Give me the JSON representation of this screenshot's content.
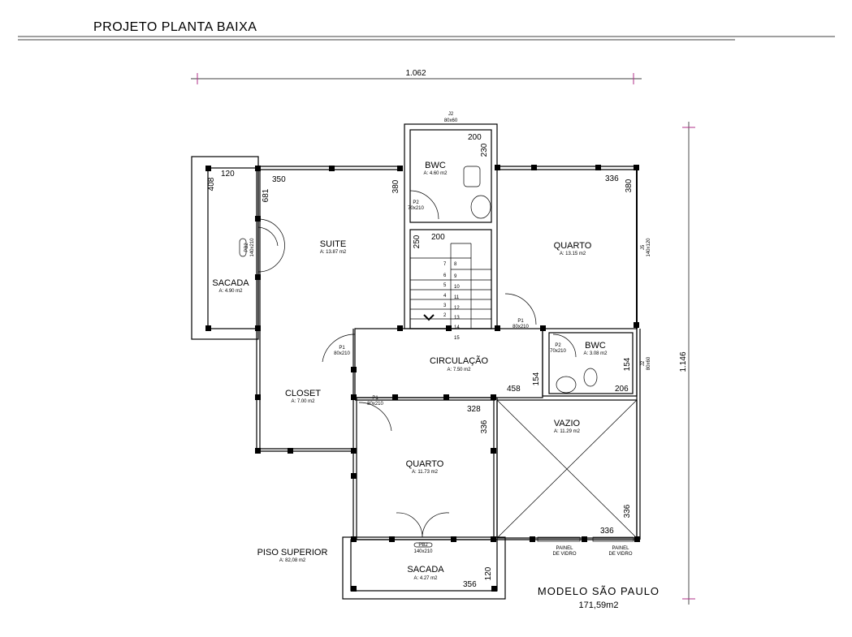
{
  "header": {
    "title": "PROJETO PLANTA BAIXA"
  },
  "dimensions": {
    "width_total": "1.062",
    "height_total": "1.146"
  },
  "rooms": {
    "suite": {
      "name": "SUITE",
      "area": "A: 13.87 m2",
      "dims": [
        "350",
        "681"
      ]
    },
    "sacada_left": {
      "name": "SACADA",
      "area": "A: 4.90 m2",
      "dims": [
        "120",
        "408"
      ]
    },
    "bwc_top": {
      "name": "BWC",
      "area": "A: 4.60 m2",
      "dims": [
        "200",
        "230",
        "380"
      ]
    },
    "stair": {
      "dims": [
        "250",
        "200"
      ],
      "steps_left": [
        "7",
        "6",
        "5",
        "4",
        "3",
        "2"
      ],
      "steps_right": [
        "8",
        "9",
        "10",
        "11",
        "12",
        "13",
        "14",
        "15"
      ]
    },
    "quarto_top": {
      "name": "QUARTO",
      "area": "A: 13.15 m2",
      "dims": [
        "336",
        "380"
      ]
    },
    "circulacao": {
      "name": "CIRCULAÇÃO",
      "area": "A: 7.50 m2",
      "dims": [
        "458",
        "154"
      ]
    },
    "bwc_right": {
      "name": "BWC",
      "area": "A: 3.08 m2",
      "dims": [
        "154",
        "206"
      ]
    },
    "closet": {
      "name": "CLOSET",
      "area": "A: 7.00 m2"
    },
    "quarto_bottom": {
      "name": "QUARTO",
      "area": "A: 11.73 m2",
      "dims": [
        "328",
        "336"
      ]
    },
    "vazio": {
      "name": "VAZIO",
      "area": "A: 11.29 m2",
      "dims": [
        "336",
        "336"
      ]
    },
    "sacada_bottom": {
      "name": "SACADA",
      "area": "A: 4.27 m2",
      "dims": [
        "356",
        "120"
      ]
    },
    "piso": {
      "name": "PISO SUPERIOR",
      "area": "A: 82,08 m2"
    }
  },
  "openings": {
    "j2_top": [
      "J2",
      "80x60"
    ],
    "p2_top": [
      "P2",
      "70x210"
    ],
    "pb2_left": [
      "PB2",
      "140x210"
    ],
    "j5": [
      "J5",
      "140x120"
    ],
    "p1_quarto": [
      "P1",
      "80x210"
    ],
    "p2_bwc": [
      "P2",
      "70x210"
    ],
    "j2_right": [
      "J2",
      "80x60"
    ],
    "p1_closet": [
      "P1",
      "80x210"
    ],
    "p1_quarto2": [
      "P1",
      "80x210"
    ],
    "pb2_bottom": [
      "PB2",
      "140x210"
    ],
    "painel1": [
      "PAINEL",
      "DE VIDRO"
    ],
    "painel2": [
      "PAINEL",
      "DE VIDRO"
    ]
  },
  "model": {
    "name": "MODELO SÃO PAULO",
    "area": "171,59m2"
  }
}
